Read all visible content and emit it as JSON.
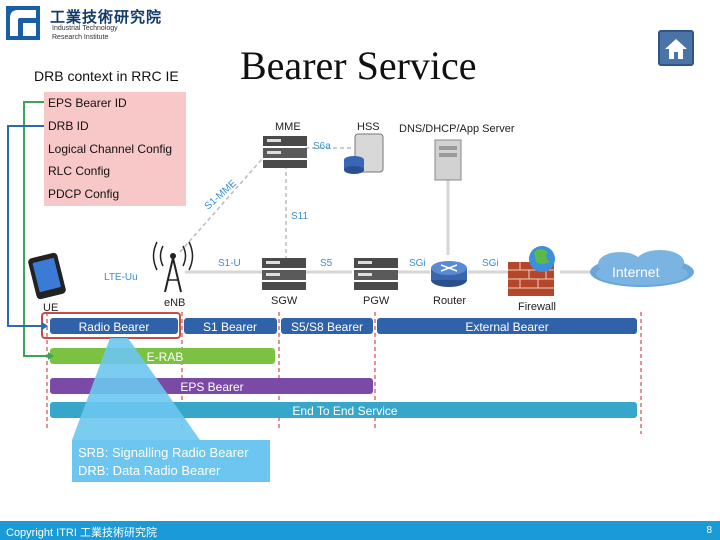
{
  "logo": {
    "title": "工業技術研究院",
    "sub1": "Industrial Technology",
    "sub2": "Research Institute"
  },
  "title": "Bearer Service",
  "drb_context_label": "DRB context in RRC IE",
  "ie_fields": [
    "EPS Bearer ID",
    "DRB ID",
    "Logical Channel Config",
    "RLC Config",
    "PDCP Config"
  ],
  "network": {
    "nodes": {
      "ue": "UE",
      "enb": "eNB",
      "sgw": "SGW",
      "pgw": "PGW",
      "router": "Router",
      "firewall": "Firewall",
      "mme": "MME",
      "hss": "HSS",
      "server": "DNS/DHCP/App Server",
      "internet": "Internet"
    },
    "interfaces": {
      "lte_uu": "LTE-Uu",
      "s1_u": "S1-U",
      "s5": "S5",
      "sgi_1": "SGi",
      "sgi_2": "SGi",
      "s1_mme": "S1-MME",
      "s11": "S11",
      "s6a": "S6a"
    }
  },
  "bearers": {
    "radio": "Radio Bearer",
    "s1": "S1 Bearer",
    "s5s8": "S5/S8 Bearer",
    "external": "External Bearer",
    "erab": "E-RAB",
    "eps": "EPS Bearer",
    "e2e": "End To End Service"
  },
  "callout": {
    "line1": "SRB: Signalling Radio Bearer",
    "line2": "DRB: Data Radio Bearer"
  },
  "footer": {
    "copyright": "Copyright ITRI 工業技術研究院",
    "page": "8"
  },
  "colors": {
    "ie_box": "#f8c8c8",
    "bar_blue": "#2f62a8",
    "bar_green": "#7cc242",
    "bar_purple": "#7a4aa6",
    "bar_cyan": "#36a7c9",
    "callout": "#6cc6ef",
    "footer": "#1a9ad6",
    "link_green": "#3aa65a",
    "link_blue": "#2b6cb0",
    "highlight": "#c94a4a"
  },
  "icons": [
    "itri-logo-icon",
    "home-icon",
    "phone-icon",
    "antenna-icon",
    "server-icon",
    "database-icon",
    "router-icon",
    "firewall-icon",
    "cloud-icon"
  ]
}
